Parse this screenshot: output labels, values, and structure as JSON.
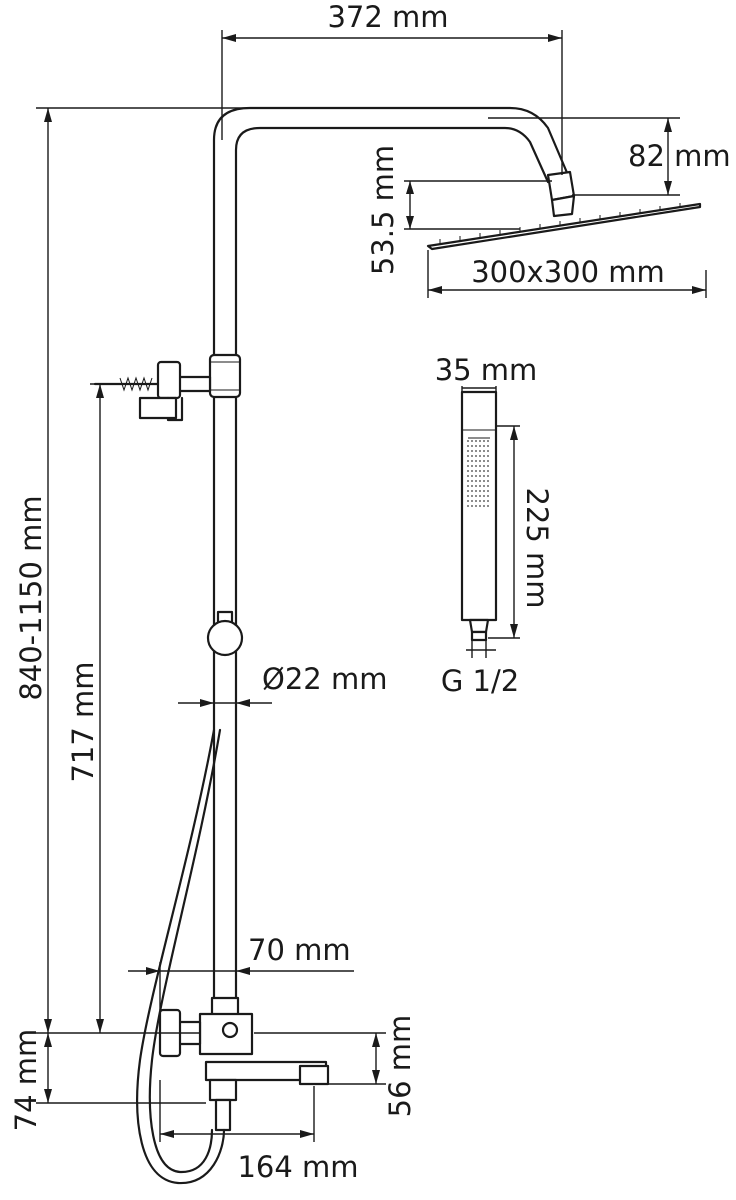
{
  "labels": {
    "head_reach": "372 mm",
    "head_height": "82 mm",
    "head_thickness": "53.5 mm",
    "head_size": "300x300 mm",
    "hand_shower_width": "35 mm",
    "hand_shower_length": "225 mm",
    "thread": "G 1/2",
    "total_height": "840-1150 mm",
    "rail_height": "717 mm",
    "pipe_diameter": "Ø22 mm",
    "mixer_offset": "70 mm",
    "bottom_offset": "74 mm",
    "spout_height": "56 mm",
    "spout_length": "164 mm"
  },
  "colors": {
    "line": "#1a1a1a",
    "background": "#ffffff"
  }
}
